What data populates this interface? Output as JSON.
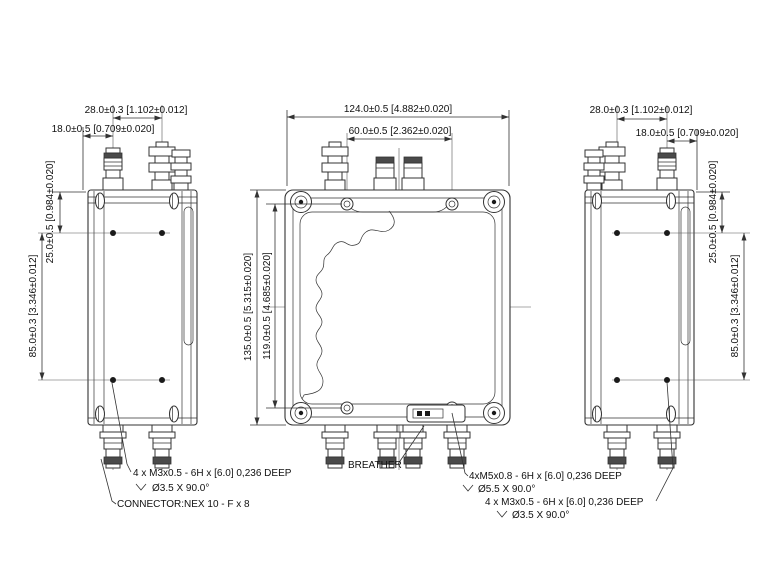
{
  "drawing": {
    "background": "#ffffff",
    "line_color": "#333333",
    "views": {
      "left_side": {
        "dims": {
          "spacing_h": "28.0±0.3 [1.102±0.012]",
          "edge_offset_h": "18.0±0.5 [0.709±0.020]",
          "top_offset_v": "25.0±0.5 [0.984±0.020]",
          "hole_span_v": "85.0±0.3 [3.346±0.012]"
        }
      },
      "front": {
        "dims": {
          "width": "124.0±0.5 [4.882±0.020]",
          "hole_span_h": "60.0±0.5 [2.362±0.020]",
          "height": "135.0±0.5 [5.315±0.020]",
          "hole_span_v": "119.0±0.5 [4.685±0.020]"
        }
      },
      "right_side": {
        "dims": {
          "spacing_h": "28.0±0.3 [1.102±0.012]",
          "edge_offset_h": "18.0±0.5 [0.709±0.020]",
          "top_offset_v": "25.0±0.5 [0.984±0.020]",
          "hole_span_v": "85.0±0.3 [3.346±0.012]"
        }
      }
    },
    "callouts": {
      "m3_left": {
        "text": "4 x M3x0.5 - 6H x [6.0] 0,236 DEEP",
        "countersink": "Ø3.5 X 90.0°"
      },
      "connector": {
        "text": "CONNECTOR:NEX 10 - F x 8"
      },
      "breather": {
        "text": "BREATHER"
      },
      "m5": {
        "text": "4xM5x0.8 - 6H x [6.0] 0,236 DEEP",
        "countersink": "Ø5.5 X 90.0°"
      },
      "m3_right": {
        "text": "4 x M3x0.5 - 6H x [6.0] 0,236 DEEP",
        "countersink": "Ø3.5 X 90.0°"
      }
    }
  }
}
